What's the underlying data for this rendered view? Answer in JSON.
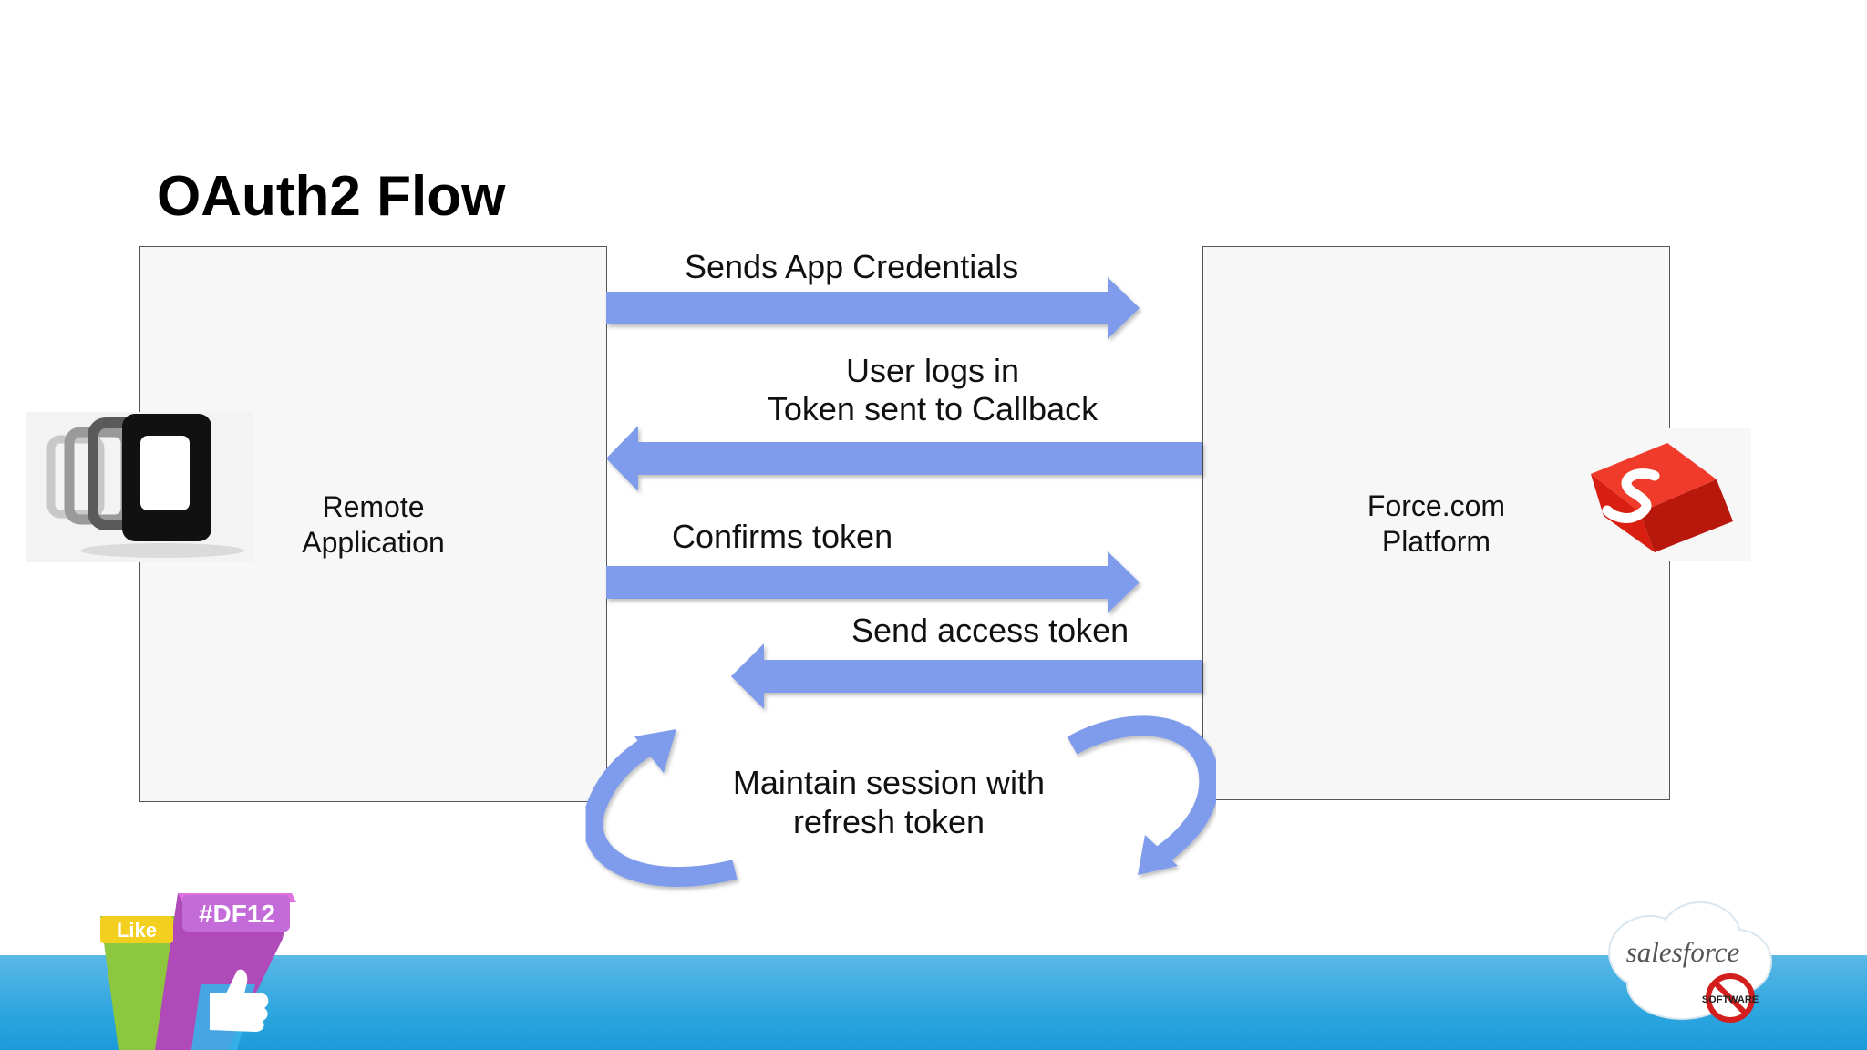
{
  "title": "OAuth2 Flow",
  "boxes": {
    "remote": [
      "Remote",
      "Application"
    ],
    "force": [
      "Force.com",
      "Platform"
    ]
  },
  "arrows": {
    "a1": "Sends App Credentials",
    "a2_line1": "User logs in",
    "a2_line2": "Token sent to Callback",
    "a3": "Confirms token",
    "a4": "Send access token",
    "loop_line1": "Maintain session with",
    "loop_line2": "refresh token"
  },
  "branding": {
    "df_badge": "#DF12",
    "like_badge": "Like",
    "salesforce_logo": "salesforce",
    "software_badge": "SOFTWARE"
  },
  "colors": {
    "arrow_fill": "#7f9cec",
    "box_fill": "#f7f7f7",
    "band": "#2ea6df"
  }
}
